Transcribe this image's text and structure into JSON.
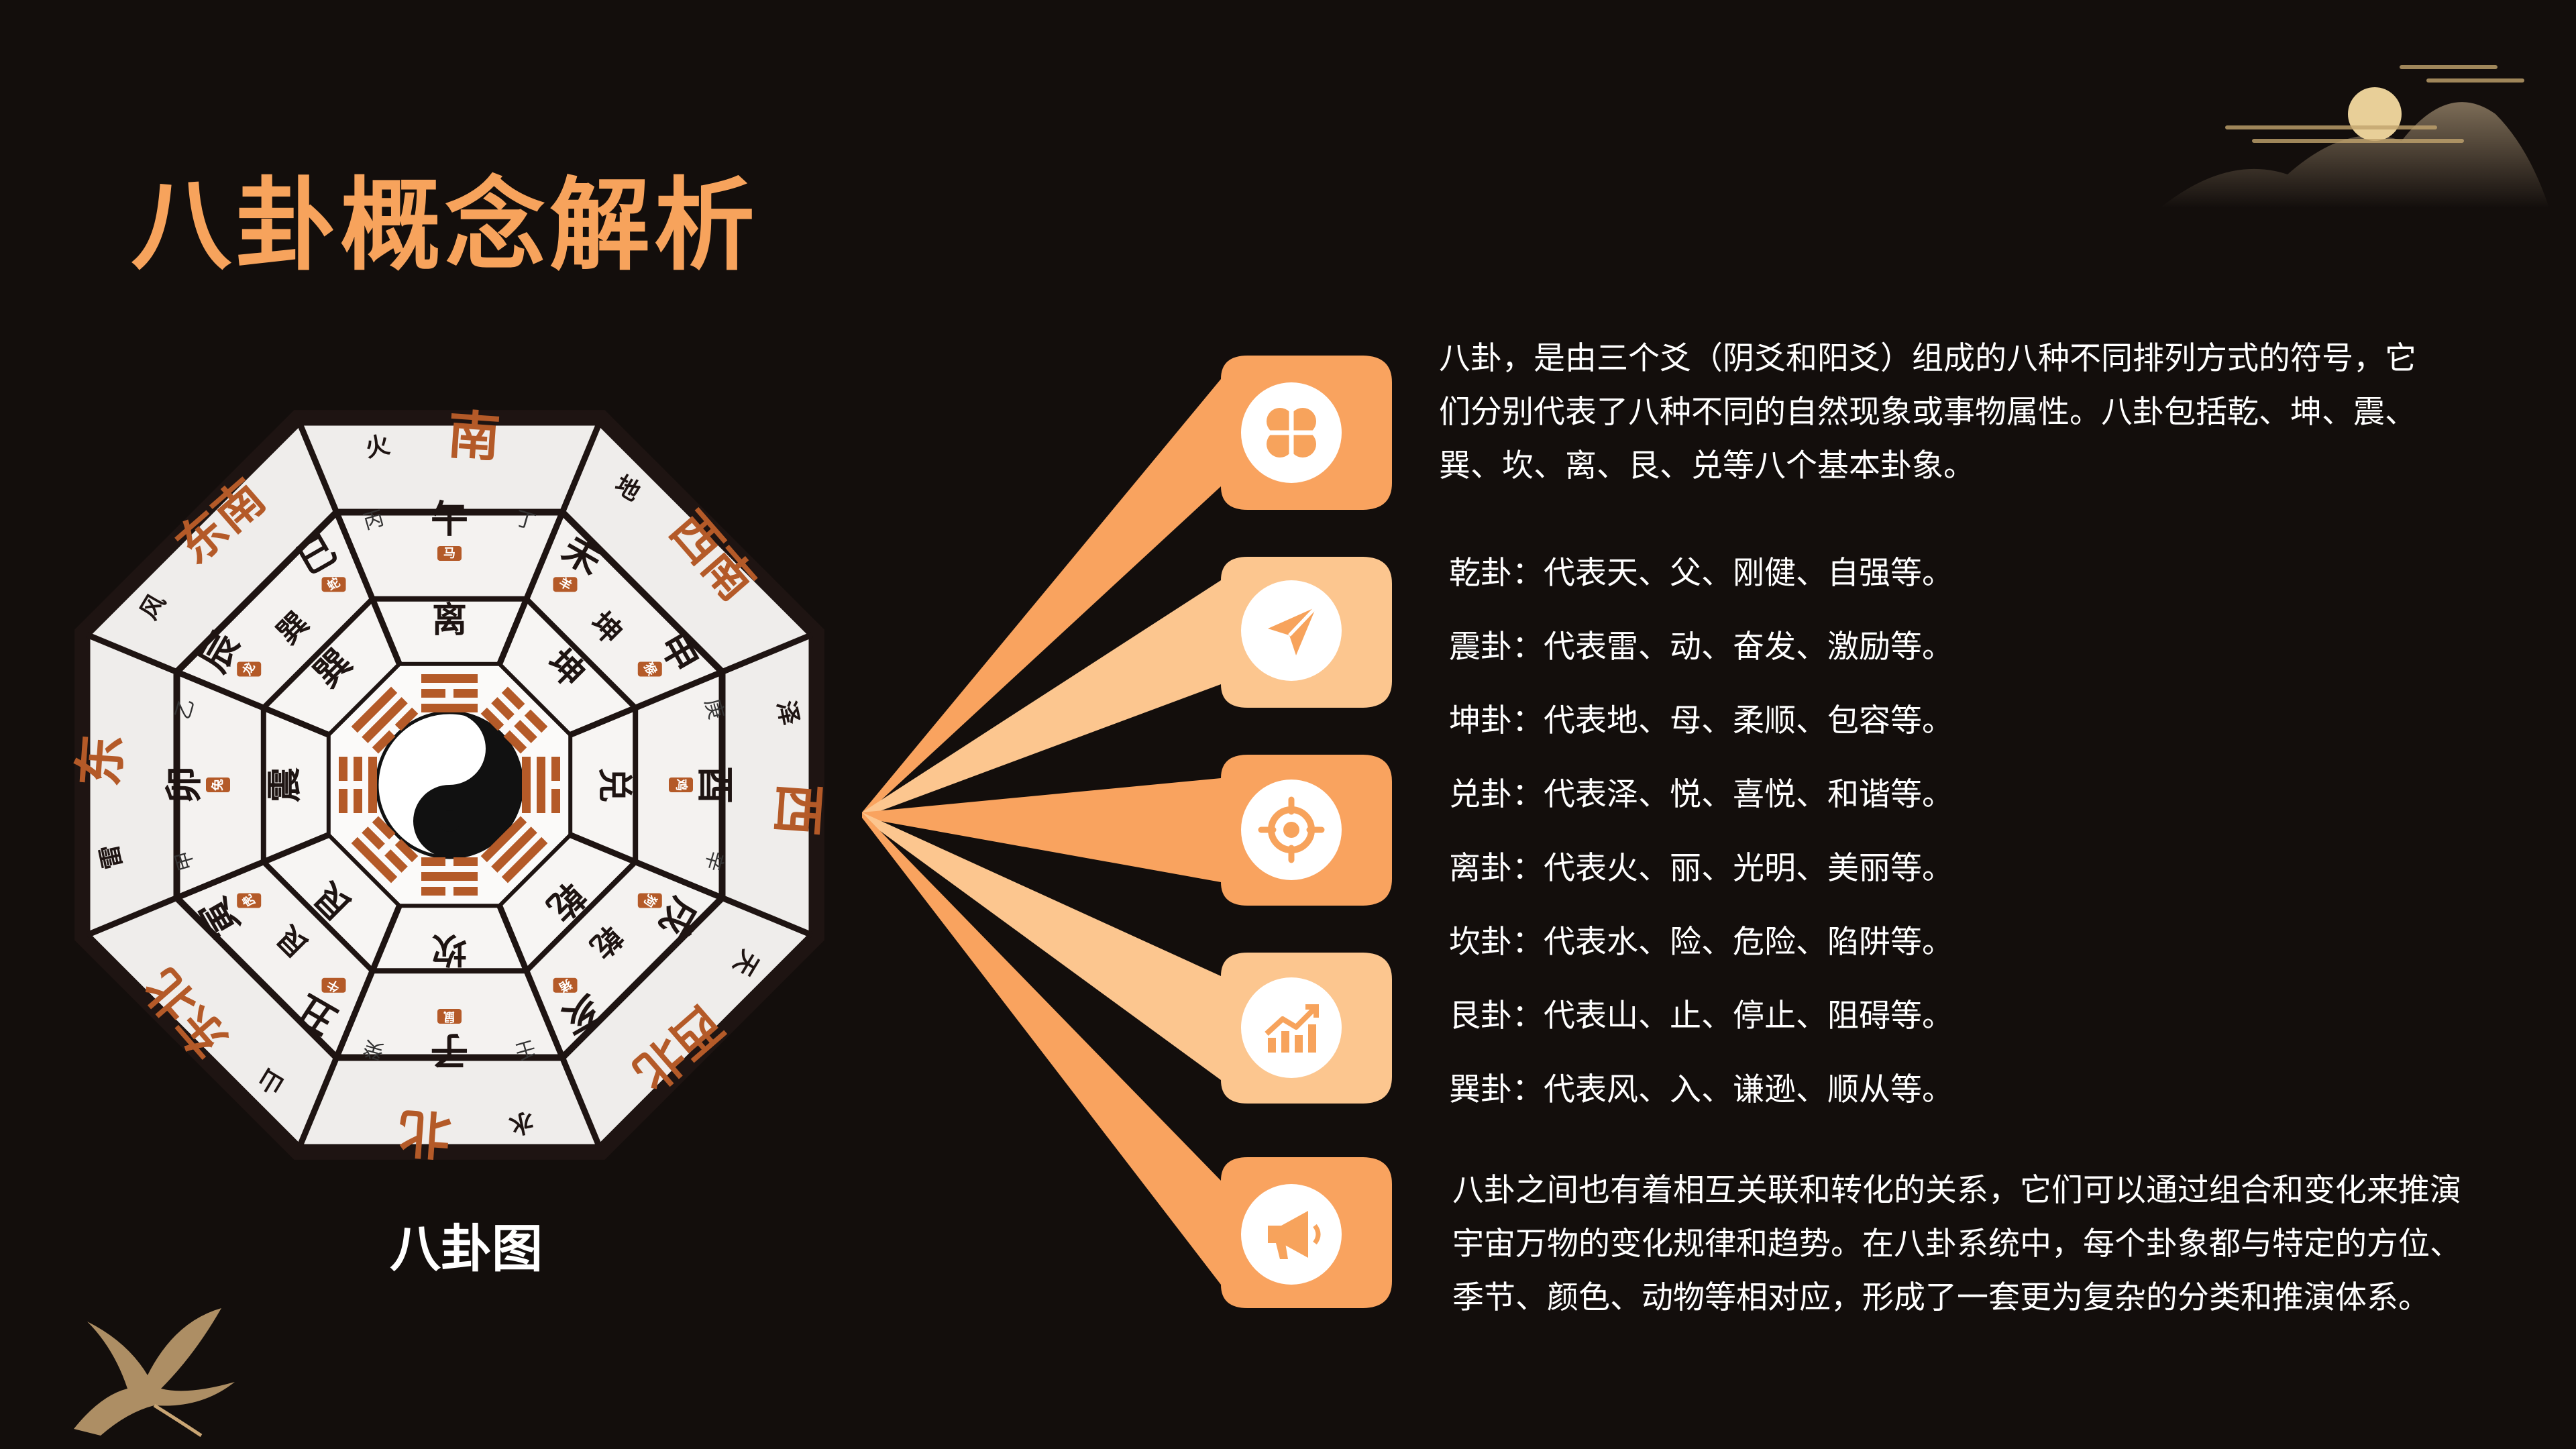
{
  "title": "八卦概念解析",
  "diagram": {
    "caption": "八卦图",
    "outer_labels": [
      {
        "big": "南",
        "small": "火"
      },
      {
        "big": "西南",
        "small": "地"
      },
      {
        "big": "西",
        "small": "泽"
      },
      {
        "big": "西北",
        "small": "天"
      },
      {
        "big": "北",
        "small": "水"
      },
      {
        "big": "东北",
        "small": "山"
      },
      {
        "big": "东",
        "small": "雷"
      },
      {
        "big": "东南",
        "small": "风"
      }
    ],
    "trigram_names": [
      "离",
      "坤",
      "兑",
      "乾",
      "坎",
      "艮",
      "震",
      "巽"
    ],
    "branches": [
      "午",
      "未",
      "申",
      "酉",
      "戌",
      "亥",
      "子",
      "丑",
      "寅",
      "卯",
      "辰",
      "巳"
    ],
    "stems": [
      "丙",
      "丁",
      "庚",
      "辛",
      "壬",
      "癸",
      "甲",
      "乙"
    ],
    "middle_labels": [
      "坤",
      "乾",
      "艮",
      "巽"
    ],
    "zodiac": [
      "马",
      "羊",
      "猴",
      "鸡",
      "狗",
      "猪",
      "鼠",
      "牛",
      "虎",
      "兔",
      "龙",
      "蛇"
    ]
  },
  "intro": "八卦，是由三个爻（阴爻和阳爻）组成的八种不同排列方式的符号，它们分别代表了八种不同的自然现象或事物属性。八卦包括乾、坤、震、巽、坎、离、艮、兑等八个基本卦象。",
  "intro_lines": [
    "八卦，是由三个爻（阴爻和阳爻）组成的八种不同排列方式的符号，它",
    "们分别代表了八种不同的自然现象或事物属性。八卦包括乾、坤、震、",
    "巽、坎、离、艮、兑等八个基本卦象。"
  ],
  "trigram_list": [
    "乾卦：代表天、父、刚健、自强等。",
    "震卦：代表雷、动、奋发、激励等。",
    "坤卦：代表地、母、柔顺、包容等。",
    "兑卦：代表泽、悦、喜悦、和谐等。",
    "离卦：代表火、丽、光明、美丽等。",
    "坎卦：代表水、险、危险、陷阱等。",
    "艮卦：代表山、止、停止、阻碍等。",
    "巽卦：代表风、入、谦逊、顺从等。"
  ],
  "outro_lines": [
    "八卦之间也有着相互关联和转化的关系，它们可以通过组合和变化来推演",
    "宇宙万物的变化规律和趋势。在八卦系统中，每个卦象都与特定的方位、",
    "季节、颜色、动物等相对应，形成了一套更为复杂的分类和推演体系。"
  ],
  "icons": [
    "clover-icon",
    "paper-plane-icon",
    "target-icon",
    "growth-chart-icon",
    "megaphone-icon"
  ],
  "colors": {
    "accent": "#f7a35c",
    "accent_light": "#fcc58c",
    "background": "#130e0c",
    "brown": "#b45a28"
  }
}
